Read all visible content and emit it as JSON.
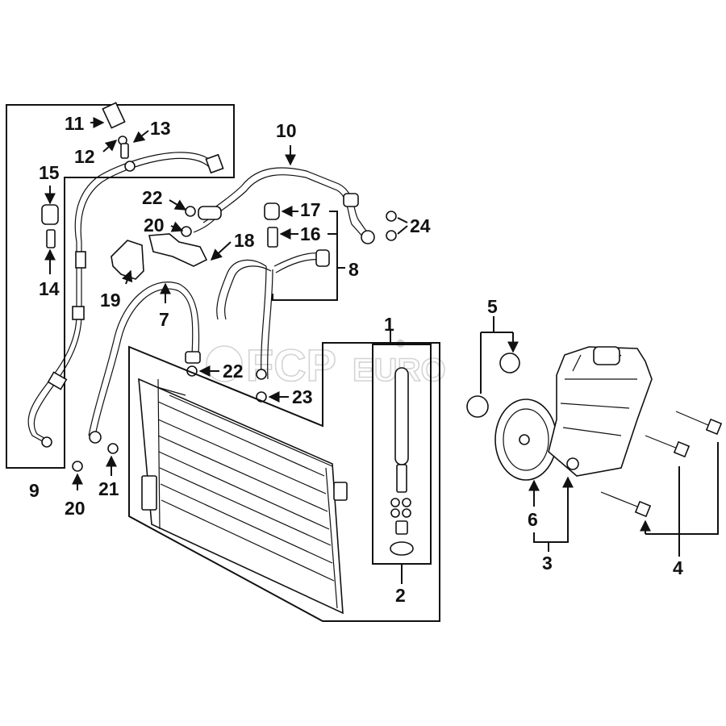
{
  "watermark": {
    "brand": "FCP",
    "suffix": "EURO",
    "registered": "®"
  },
  "callouts": {
    "c1": "1",
    "c2": "2",
    "c3": "3",
    "c4": "4",
    "c5": "5",
    "c6": "6",
    "c7": "7",
    "c8": "8",
    "c9": "9",
    "c10": "10",
    "c11": "11",
    "c12": "12",
    "c13": "13",
    "c14": "14",
    "c15": "15",
    "c16": "16",
    "c17": "17",
    "c18": "18",
    "c19": "19",
    "c20a": "20",
    "c20b": "20",
    "c21": "21",
    "c22a": "22",
    "c22b": "22",
    "c23": "23",
    "c24": "24"
  }
}
